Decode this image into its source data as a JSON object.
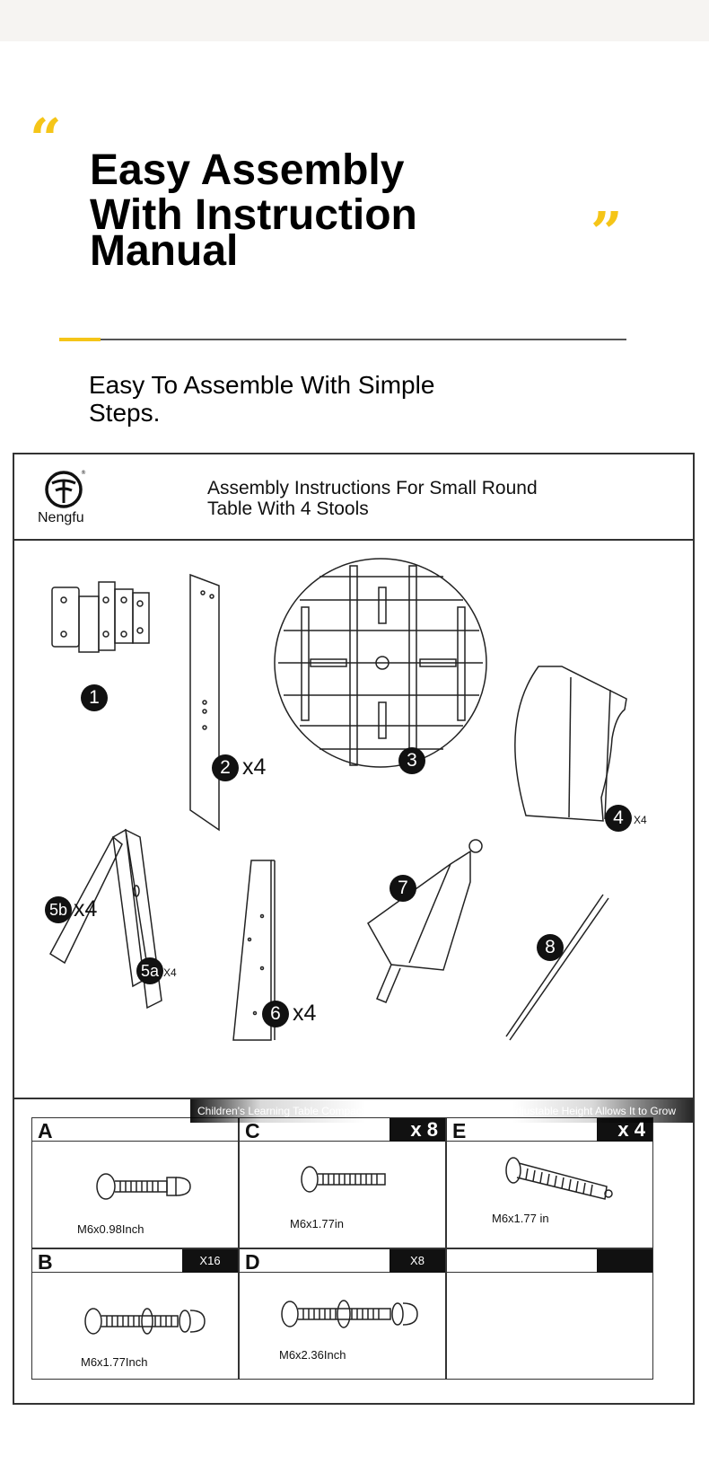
{
  "header": {
    "open_quote": "“",
    "close_quote": "”",
    "headline_lines": [
      "Easy Assembly",
      "With Instruction",
      "Manual"
    ],
    "subhead": "Easy To Assemble With Simple Steps."
  },
  "manual": {
    "brand": "Nengfu",
    "title": "Assembly Instructions For Small Round Table With 4 Stools",
    "parts": [
      {
        "badge": "1",
        "qty": ""
      },
      {
        "badge": "2",
        "qty": "x4"
      },
      {
        "badge": "3",
        "qty": ""
      },
      {
        "badge": "4",
        "qty": "X4"
      },
      {
        "badge": "5b",
        "qty": "x4"
      },
      {
        "badge": "5a",
        "qty": "X4"
      },
      {
        "badge": "6",
        "qty": "x4"
      },
      {
        "badge": "7",
        "qty": ""
      },
      {
        "badge": "8",
        "qty": ""
      }
    ],
    "hardware": [
      {
        "letter": "A",
        "qty": "",
        "label": "M6x0.98Inch"
      },
      {
        "letter": "C",
        "qty": "x 8",
        "label": "M6x1.77in"
      },
      {
        "letter": "E",
        "qty": "x 4",
        "label": "M6x1.77 in"
      },
      {
        "letter": "B",
        "qty": "X16",
        "label": "M6x1.77Inch"
      },
      {
        "letter": "D",
        "qty": "X8",
        "label": "M6x2.36Inch"
      },
      {
        "letter": "",
        "qty": "",
        "label": ""
      }
    ],
    "overlay_caption": "Children's Learning Table Compact Design, Perfect For Kids Fun Adjustable Height Allows It to Grow"
  },
  "colors": {
    "accent": "#f5c518",
    "ink": "#111111",
    "background": "#ffffff"
  }
}
